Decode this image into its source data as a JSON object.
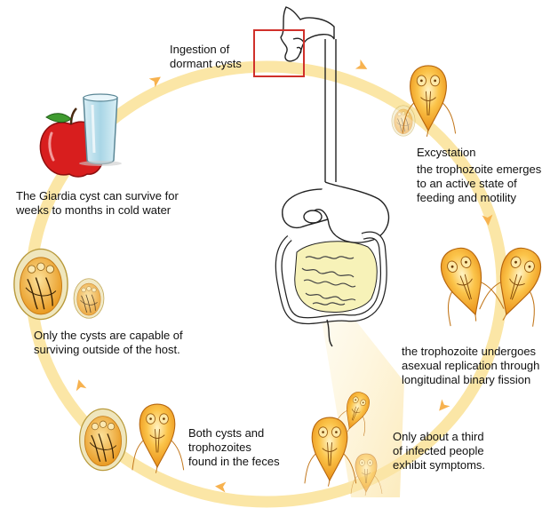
{
  "labels": {
    "ingestion": "Ingestion of\ndormant cysts",
    "excystation_title": "Excystation",
    "excystation_desc": "the trophozoite emerges\nto an active state of\nfeeding and motility",
    "replication": "the trophozoite undergoes\nasexual replication through\nlongitudinal binary fission",
    "symptoms": "Only about a third\nof infected people\nexhibit symptoms.",
    "feces": "Both cysts and\ntrophozoites\nfound in the feces",
    "outside_host": "Only the cysts are capable of\nsurviving outside of the host.",
    "cold_water": "The Giardia cyst can survive for\nweeks to months in cold water"
  },
  "colors": {
    "cycle_ring": "#fbe6a6",
    "cycle_arrow": "#f7b24f",
    "highlight_box": "#d0302a",
    "trophozoite_body": "#f7a21b",
    "trophozoite_light": "#fde9a8",
    "cyst_wall": "#ede3b5",
    "intestine_fill": "#f7f2b8",
    "apple_red": "#d81e1e",
    "leaf_green": "#3f9b2f",
    "glass_blue": "#bfe3ef"
  }
}
